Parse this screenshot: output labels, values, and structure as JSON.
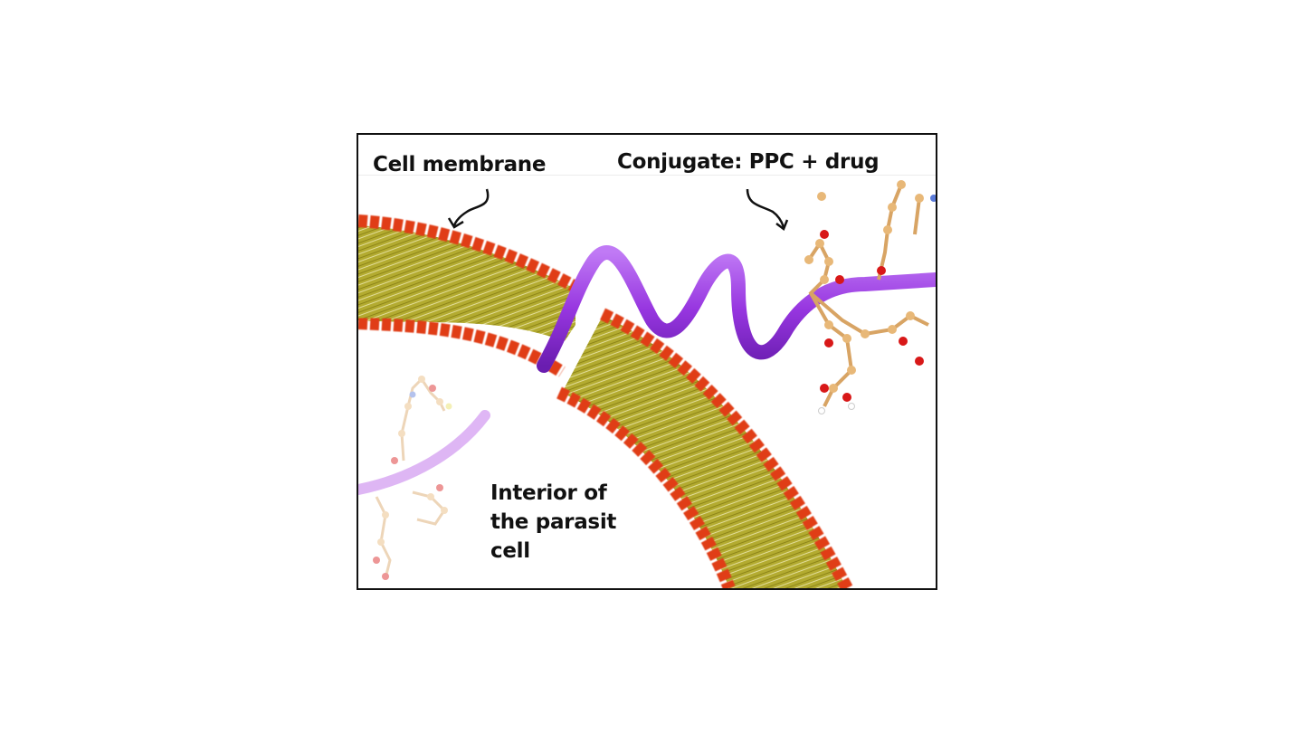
{
  "figure": {
    "labels": {
      "cell_membrane": "Cell membrane",
      "conjugate": "Conjugate: PPC + drug",
      "interior_line1": "Interior of",
      "interior_line2": "the parasit",
      "interior_line3": "cell"
    },
    "colors": {
      "frame_border": "#111111",
      "background": "#ffffff",
      "lipid_tails": "#a9a22a",
      "head_groups": "#e0401c",
      "peptide_helix": "#9b3ee6",
      "drug_carbon": "#e8b878",
      "drug_oxygen": "#d81818",
      "drug_nitrogen": "#5a7ad8",
      "drug_hydrogen": "#ffffff"
    },
    "icons": {
      "membrane_arrow": "curved-arrow-down-left",
      "conjugate_arrow": "curved-arrow-down-right"
    }
  }
}
